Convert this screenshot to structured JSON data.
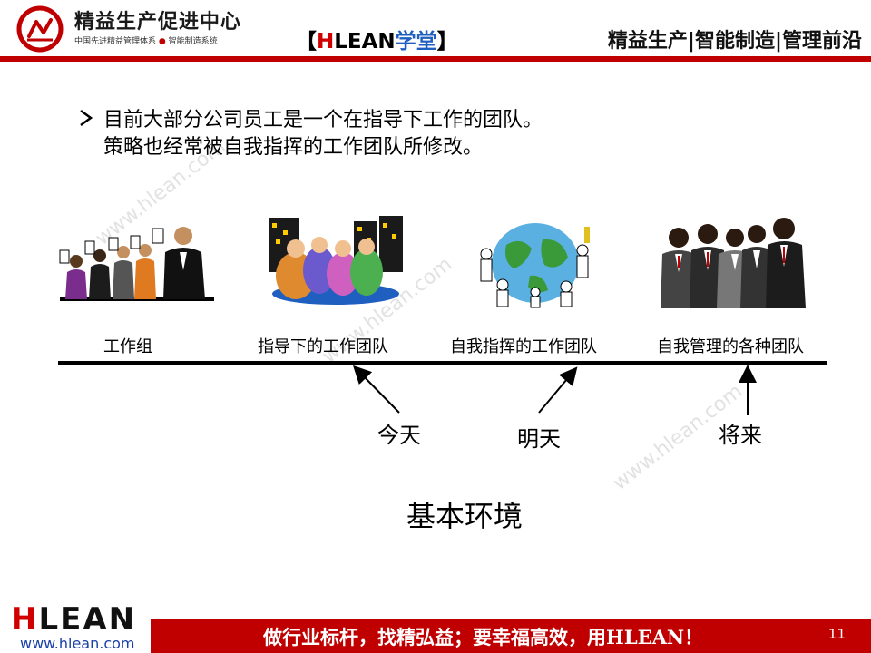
{
  "header": {
    "brand_title": "精益生产促进中心",
    "brand_sub_a": "中国先进精益管理体系",
    "brand_sub_dot": "●",
    "brand_sub_b": "智能制造系统",
    "mid_open": "【",
    "mid_h": "H",
    "mid_lean": "LEAN",
    "mid_school": "学堂",
    "mid_close": "】",
    "right_text": "精益生产|智能制造|管理前沿"
  },
  "watermark": "www.hlean.com",
  "bullet": {
    "line1": "目前大部分公司员工是一个在指导下工作的团队。",
    "line2": "策略也经常被自我指挥的工作团队所修改。"
  },
  "stages": [
    {
      "label": "工作组"
    },
    {
      "label": "指导下的工作团队"
    },
    {
      "label": "自我指挥的工作团队"
    },
    {
      "label": "自我管理的各种团队"
    }
  ],
  "times": {
    "today": "今天",
    "tomorrow": "明天",
    "future": "将来"
  },
  "env_title": "基本环境",
  "footer": {
    "logo_h": "H",
    "logo_rest": "LEAN",
    "url": "www.hlean.com",
    "slogan": "做行业标杆，找精弘益；要幸福高效，用HLEAN！",
    "page_number": "11"
  },
  "colors": {
    "brand_red": "#c00000",
    "accent_blue": "#1f5fc0"
  }
}
